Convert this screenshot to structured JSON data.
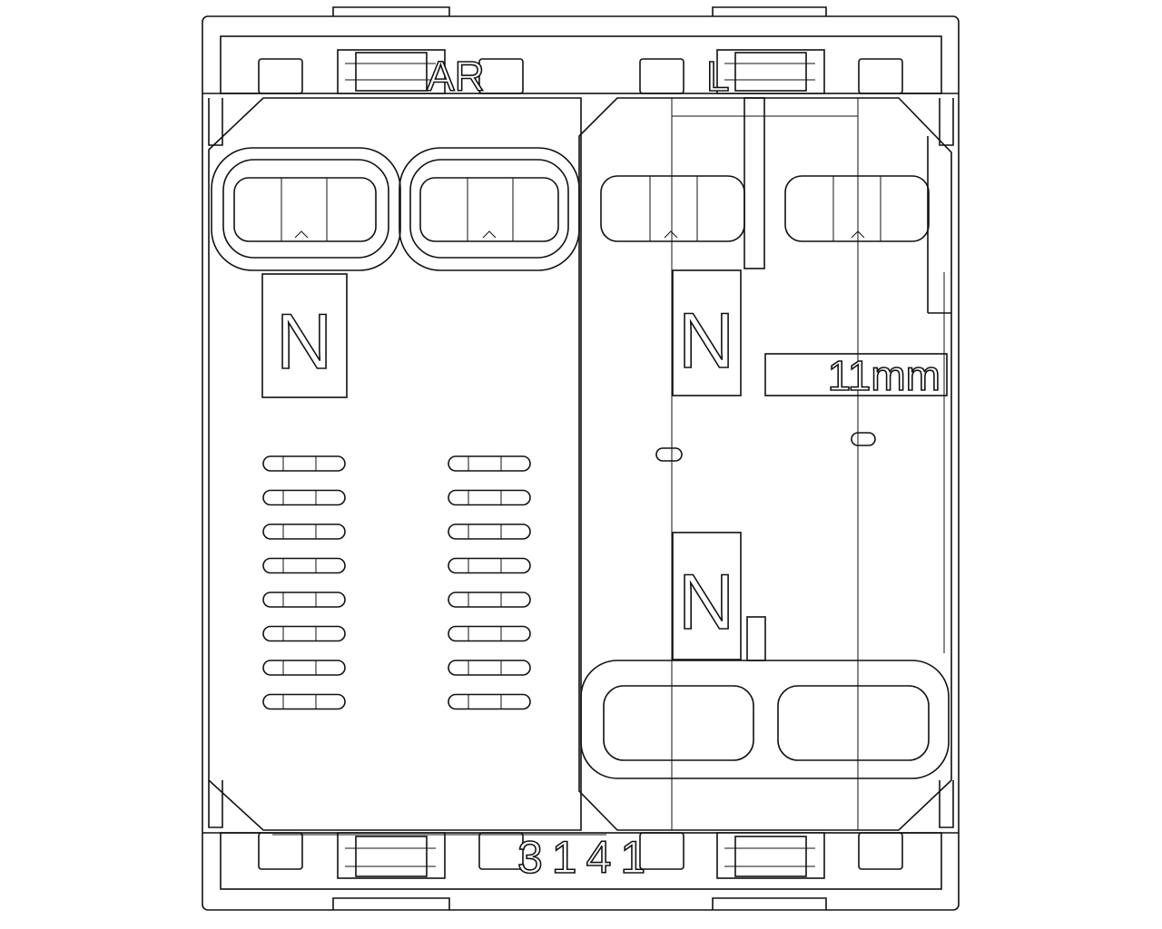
{
  "terminal_labels": {
    "left_neutral": "N",
    "right_neutral_upper": "N",
    "right_neutral_lower": "N"
  },
  "strip_length": "11mm",
  "part_code": "3141",
  "top_markings": {
    "left": "AR",
    "right": "L"
  },
  "colors": {
    "line": "#111111",
    "background": "#ffffff"
  }
}
